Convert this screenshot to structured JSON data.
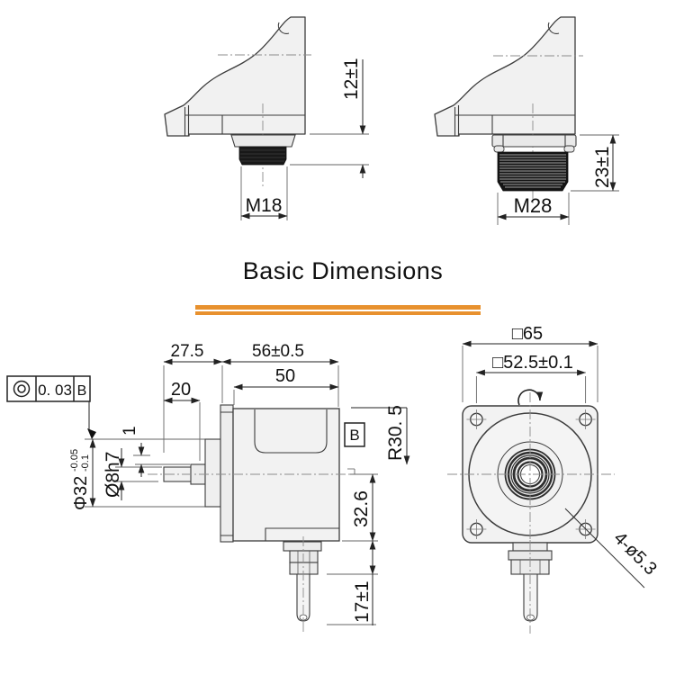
{
  "title": "Basic Dimensions",
  "accent_color": "#E8912E",
  "views": {
    "m18": {
      "height_dim": "12±1",
      "thread": "M18"
    },
    "m28": {
      "height_dim": "23±1",
      "thread": "M28"
    },
    "side": {
      "fcf": {
        "tolerance": "0. 03",
        "datum": "B"
      },
      "dims": {
        "shaft_to_face": "27.5",
        "shaft_length": "20",
        "total_depth": "56±0.5",
        "body_length": "50",
        "step": "1",
        "boss_dia": "Φ32",
        "boss_tol_upper": "-0.05",
        "boss_tol_lower": "-0.1",
        "shaft_dia": "Ø8h7",
        "datum_label": "B",
        "body_radius": "R30. 5",
        "center_to_bottom": "32.6",
        "gland_length": "17±1"
      }
    },
    "front": {
      "dims": {
        "outer_square": "□65",
        "hole_spacing": "□52.5±0.1",
        "mounting_holes": "4-ø5.3"
      }
    }
  }
}
